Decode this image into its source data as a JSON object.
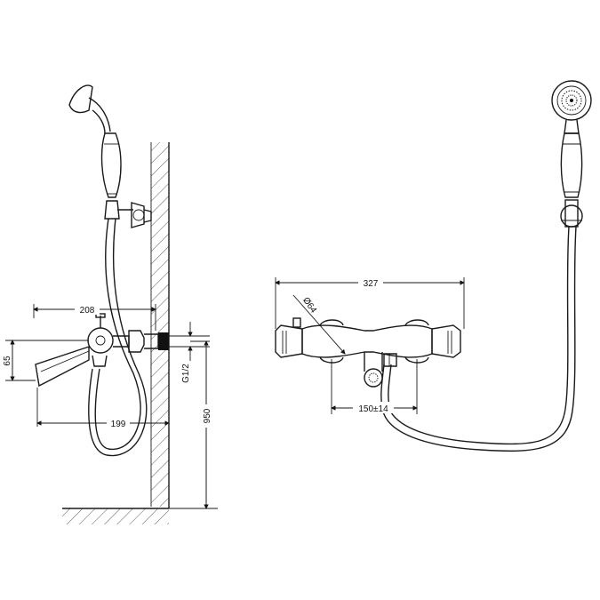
{
  "dimensions": {
    "width_208": "208",
    "height_65": "65",
    "depth_199": "199",
    "height_950": "950",
    "thread_g12": "G1/2",
    "length_327": "327",
    "diameter_64": "Ø64",
    "centers_150": "150±14"
  }
}
